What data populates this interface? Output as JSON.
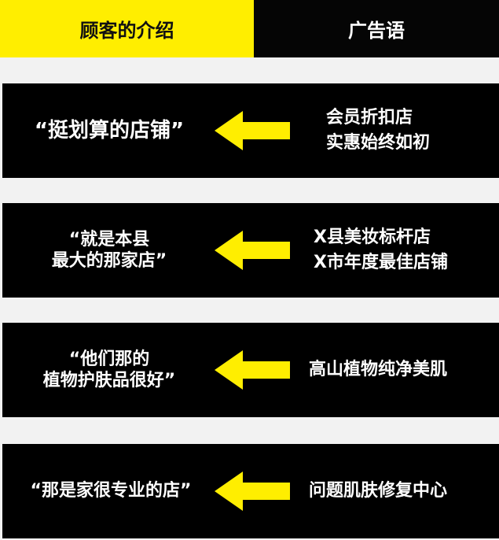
{
  "header": {
    "left_label": "顾客的介绍",
    "right_label": "广告语",
    "left_color": "#ffee00",
    "right_color": "#050505"
  },
  "rows": [
    {
      "quote_lines": [
        "“挺划算的店铺”"
      ],
      "desc_lines": [
        "会员折扣店",
        "实惠始终如初"
      ]
    },
    {
      "quote_lines": [
        "“就是本县",
        "最大的那家店”"
      ],
      "desc_lines": [
        "X县美妆标杆店",
        "X市年度最佳店铺"
      ]
    },
    {
      "quote_lines": [
        "“他们那的",
        "植物护肤品很好”"
      ],
      "desc_lines": [
        "高山植物纯净美肌"
      ]
    },
    {
      "quote_lines": [
        "“那是家很专业的店”"
      ],
      "desc_lines": [
        "问题肌肤修复中心"
      ]
    }
  ],
  "arrow": {
    "icon": "left-arrow-icon",
    "color": "#ffee00"
  }
}
